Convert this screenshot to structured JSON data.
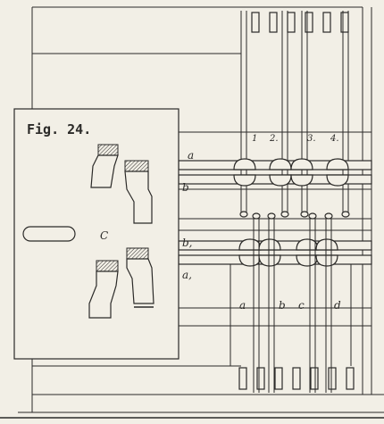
{
  "figure": {
    "title": "Fig. 24.",
    "center_label": "C",
    "rail_labels": {
      "upper_a": "a",
      "upper_b": "b",
      "lower_b": "b,",
      "lower_a": "a,"
    },
    "needle_numbers": [
      "1",
      "2.",
      "3.",
      "4."
    ],
    "bottom_labels": [
      "a",
      "b",
      "c",
      "d"
    ]
  }
}
